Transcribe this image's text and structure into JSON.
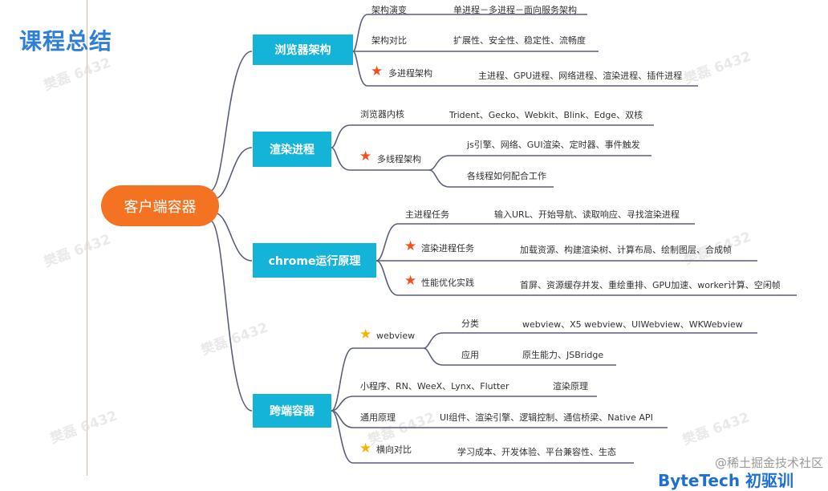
{
  "title": "课程总结",
  "root": "客户端容器",
  "colors": {
    "root": "#f37322",
    "branch": "#14b4d8",
    "title": "#2f7fd6",
    "star_orange": "#f4511e",
    "star_yellow": "#f5b400",
    "line": "#5a5f78"
  },
  "branches": {
    "browser": {
      "label": "浏览器架构",
      "items": [
        {
          "label": "架构演变",
          "detail": "单进程－多进程－面向服务架构"
        },
        {
          "label": "架构对比",
          "detail": "扩展性、安全性、稳定性、流畅度"
        },
        {
          "label": "多进程架构",
          "detail": "主进程、GPU进程、网络进程、渲染进程、插件进程",
          "icon": "star-icon"
        }
      ]
    },
    "render": {
      "label": "渲染进程",
      "items": [
        {
          "label": "浏览器内核",
          "detail": "Trident、Gecko、Webkit、Blink、Edge、双核"
        },
        {
          "label": "多线程架构",
          "icon": "star-icon",
          "sub": [
            "js引擎、网络、GUI渲染、定时器、事件触发",
            "各线程如何配合工作"
          ]
        }
      ]
    },
    "chrome": {
      "label": "chrome运行原理",
      "items": [
        {
          "label": "主进程任务",
          "detail": "输入URL、开始导航、读取响应、寻找渲染进程"
        },
        {
          "label": "渲染进程任务",
          "detail": "加载资源、构建渲染树、计算布局、绘制图层、合成帧",
          "icon": "star-icon"
        },
        {
          "label": "性能优化实践",
          "detail": "首屏、资源缓存并发、重绘重排、GPU加速、worker计算、空闲帧",
          "icon": "star-icon"
        }
      ]
    },
    "cross": {
      "label": "跨端容器",
      "items": [
        {
          "label": "webview",
          "icon": "star-icon",
          "sub": [
            {
              "label": "分类",
              "detail": "webview、X5 webview、UIWebview、WKWebview"
            },
            {
              "label": "应用",
              "detail": "原生能力、JSBridge"
            }
          ]
        },
        {
          "label": "小程序、RN、WeeX、Lynx、Flutter",
          "detail": "渲染原理"
        },
        {
          "label": "通用原理",
          "detail": "UI组件、渲染引擎、逻辑控制、通信桥梁、Native API"
        },
        {
          "label": "横向对比",
          "detail": "学习成本、开发体验、平台兼容性、生态",
          "icon": "star-icon"
        }
      ]
    }
  },
  "watermarks": [
    "樊磊 6432",
    "樊磊 6432",
    "樊磊 6432",
    "樊磊 6432",
    "樊磊 6432",
    "樊磊 6432",
    "樊磊 6432",
    "樊磊 6432"
  ],
  "footer_watermark": "@稀土掘金技术社区",
  "brand_partial": "ByteTech 初驱训"
}
